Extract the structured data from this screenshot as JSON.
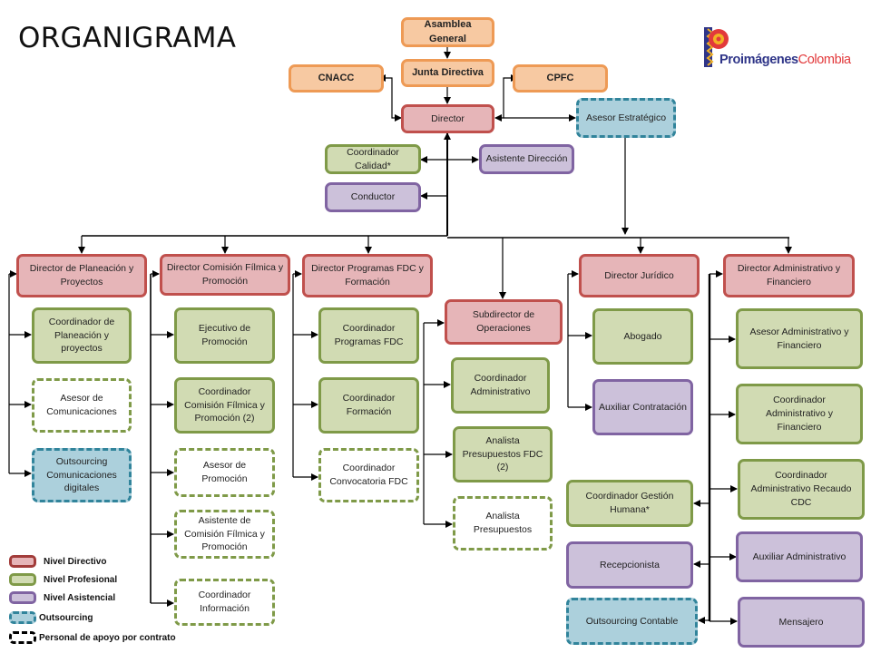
{
  "title": "ORGANIGRAMA",
  "logo": {
    "name_part1": "Proimágenes",
    "name_part2": "Colombia"
  },
  "colors": {
    "directivo_fill": "#e6b5b8",
    "directivo_border": "#c0504d",
    "profesional_fill": "#d1dbb3",
    "profesional_border": "#7f9a48",
    "asistencial_fill": "#ccc1da",
    "asistencial_border": "#8064a2",
    "outsourcing_fill": "#acd0dc",
    "outsourcing_border": "#31849b",
    "governance_fill": "#f7c9a2",
    "governance_border": "#ee9a55"
  },
  "governance": {
    "asamblea": "Asamblea General",
    "junta": "Junta Directiva",
    "cnacc": "CNACC",
    "cpfc": "CPFC"
  },
  "top": {
    "director": "Director",
    "asesor_estrategico": "Asesor Estratégico",
    "coordinador_calidad": "Coordinador Calidad*",
    "asistente_direccion": "Asistente Dirección",
    "conductor": "Conductor"
  },
  "planeacion": {
    "head": "Director de Planeación y Proyectos",
    "coordinador": "Coordinador de Planeación y proyectos",
    "asesor_comunicaciones": "Asesor de Comunicaciones",
    "outsourcing_comunicaciones": "Outsourcing Comunicaciones digitales"
  },
  "comision": {
    "head": "Director Comisión Fílmica y Promoción",
    "ejecutivo": "Ejecutivo de Promoción",
    "coordinador": "Coordinador Comisión Fílmica y Promoción (2)",
    "asesor_promocion": "Asesor de Promoción",
    "asistente": "Asistente de Comisión Fílmica y Promoción",
    "coordinador_informacion": "Coordinador Información"
  },
  "programas": {
    "head": "Director Programas FDC y Formación",
    "coordinador_programas": "Coordinador Programas FDC",
    "coordinador_formacion": "Coordinador Formación",
    "coordinador_convocatoria": "Coordinador Convocatoria FDC"
  },
  "operaciones": {
    "head": "Subdirector de Operaciones",
    "coordinador_administrativo": "Coordinador Administrativo",
    "analista_fdc": "Analista Presupuestos FDC (2)",
    "analista": "Analista Presupuestos"
  },
  "juridico": {
    "head": "Director Jurídico",
    "abogado": "Abogado",
    "auxiliar_contratacion": "Auxiliar Contratación"
  },
  "administrativo": {
    "head": "Director Administrativo y Financiero",
    "asesor": "Asesor Administrativo y Financiero",
    "coordinador": "Coordinador Administrativo y Financiero",
    "coordinador_recaudo": "Coordinador Administrativo Recaudo CDC",
    "auxiliar": "Auxiliar Administrativo",
    "mensajero": "Mensajero",
    "gestion_humana": "Coordinador Gestión Humana*",
    "recepcionista": "Recepcionista",
    "outsourcing_contable": "Outsourcing Contable"
  },
  "legend": [
    {
      "label": "Nivel Directivo"
    },
    {
      "label": "Nivel Profesional"
    },
    {
      "label": "Nivel Asistencial"
    },
    {
      "label": "Outsourcing"
    },
    {
      "label": "Personal de apoyo por contrato"
    }
  ]
}
